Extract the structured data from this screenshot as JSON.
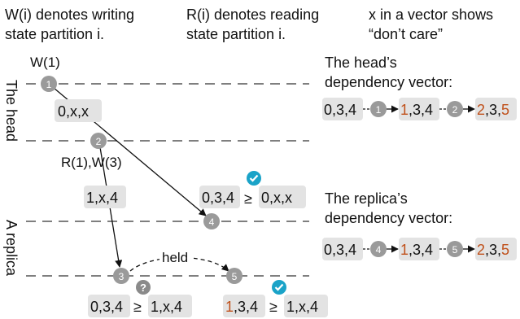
{
  "legend": {
    "write": [
      "W(i) denotes writing",
      "state partition i."
    ],
    "read": [
      "R(i) denotes reading",
      "state partition i."
    ],
    "dontcare": [
      "x in a vector shows",
      "“don’t care”"
    ]
  },
  "labels": {
    "head": "The head",
    "replica": "A replica",
    "w1": "W(1)",
    "r1w3": "R(1),W(3)",
    "held": "held",
    "ge": "≥"
  },
  "events": {
    "e1": "1",
    "e2": "2",
    "e3": "3",
    "e4": "4",
    "e5": "5"
  },
  "badges": {
    "v0xx": "0,x,x",
    "v1x4": "1,x,4"
  },
  "compare": {
    "c4_left": "0,3,4",
    "c4_right": "0,x,x",
    "c3_left": "0,3,4",
    "c3_right": "1,x,4",
    "c5_left_changed": "1",
    "c5_left_rest": ",3,4",
    "c5_right": "1,x,4"
  },
  "head_dep": {
    "title": [
      "The head’s",
      "dependency vector:"
    ],
    "v0": "0,3,4",
    "ev_a": "1",
    "v1_changed": "1",
    "v1_rest": ",3,4",
    "ev_b": "2",
    "v2_plain": "2,3,",
    "v2_changed": "5"
  },
  "replica_dep": {
    "title": [
      "The replica’s",
      "dependency vector:"
    ],
    "v0": "0,3,4",
    "ev_a": "4",
    "v1_changed": "1",
    "v1_rest": ",3,4",
    "ev_b": "5",
    "v2_plain": "2,3,",
    "v2_changed": "5"
  },
  "colors": {
    "accent": "#c0501a",
    "node": "#9a9a9a",
    "box": "#e3e3e3",
    "check": "#1aa3c8",
    "question": "#8a8a8a"
  }
}
